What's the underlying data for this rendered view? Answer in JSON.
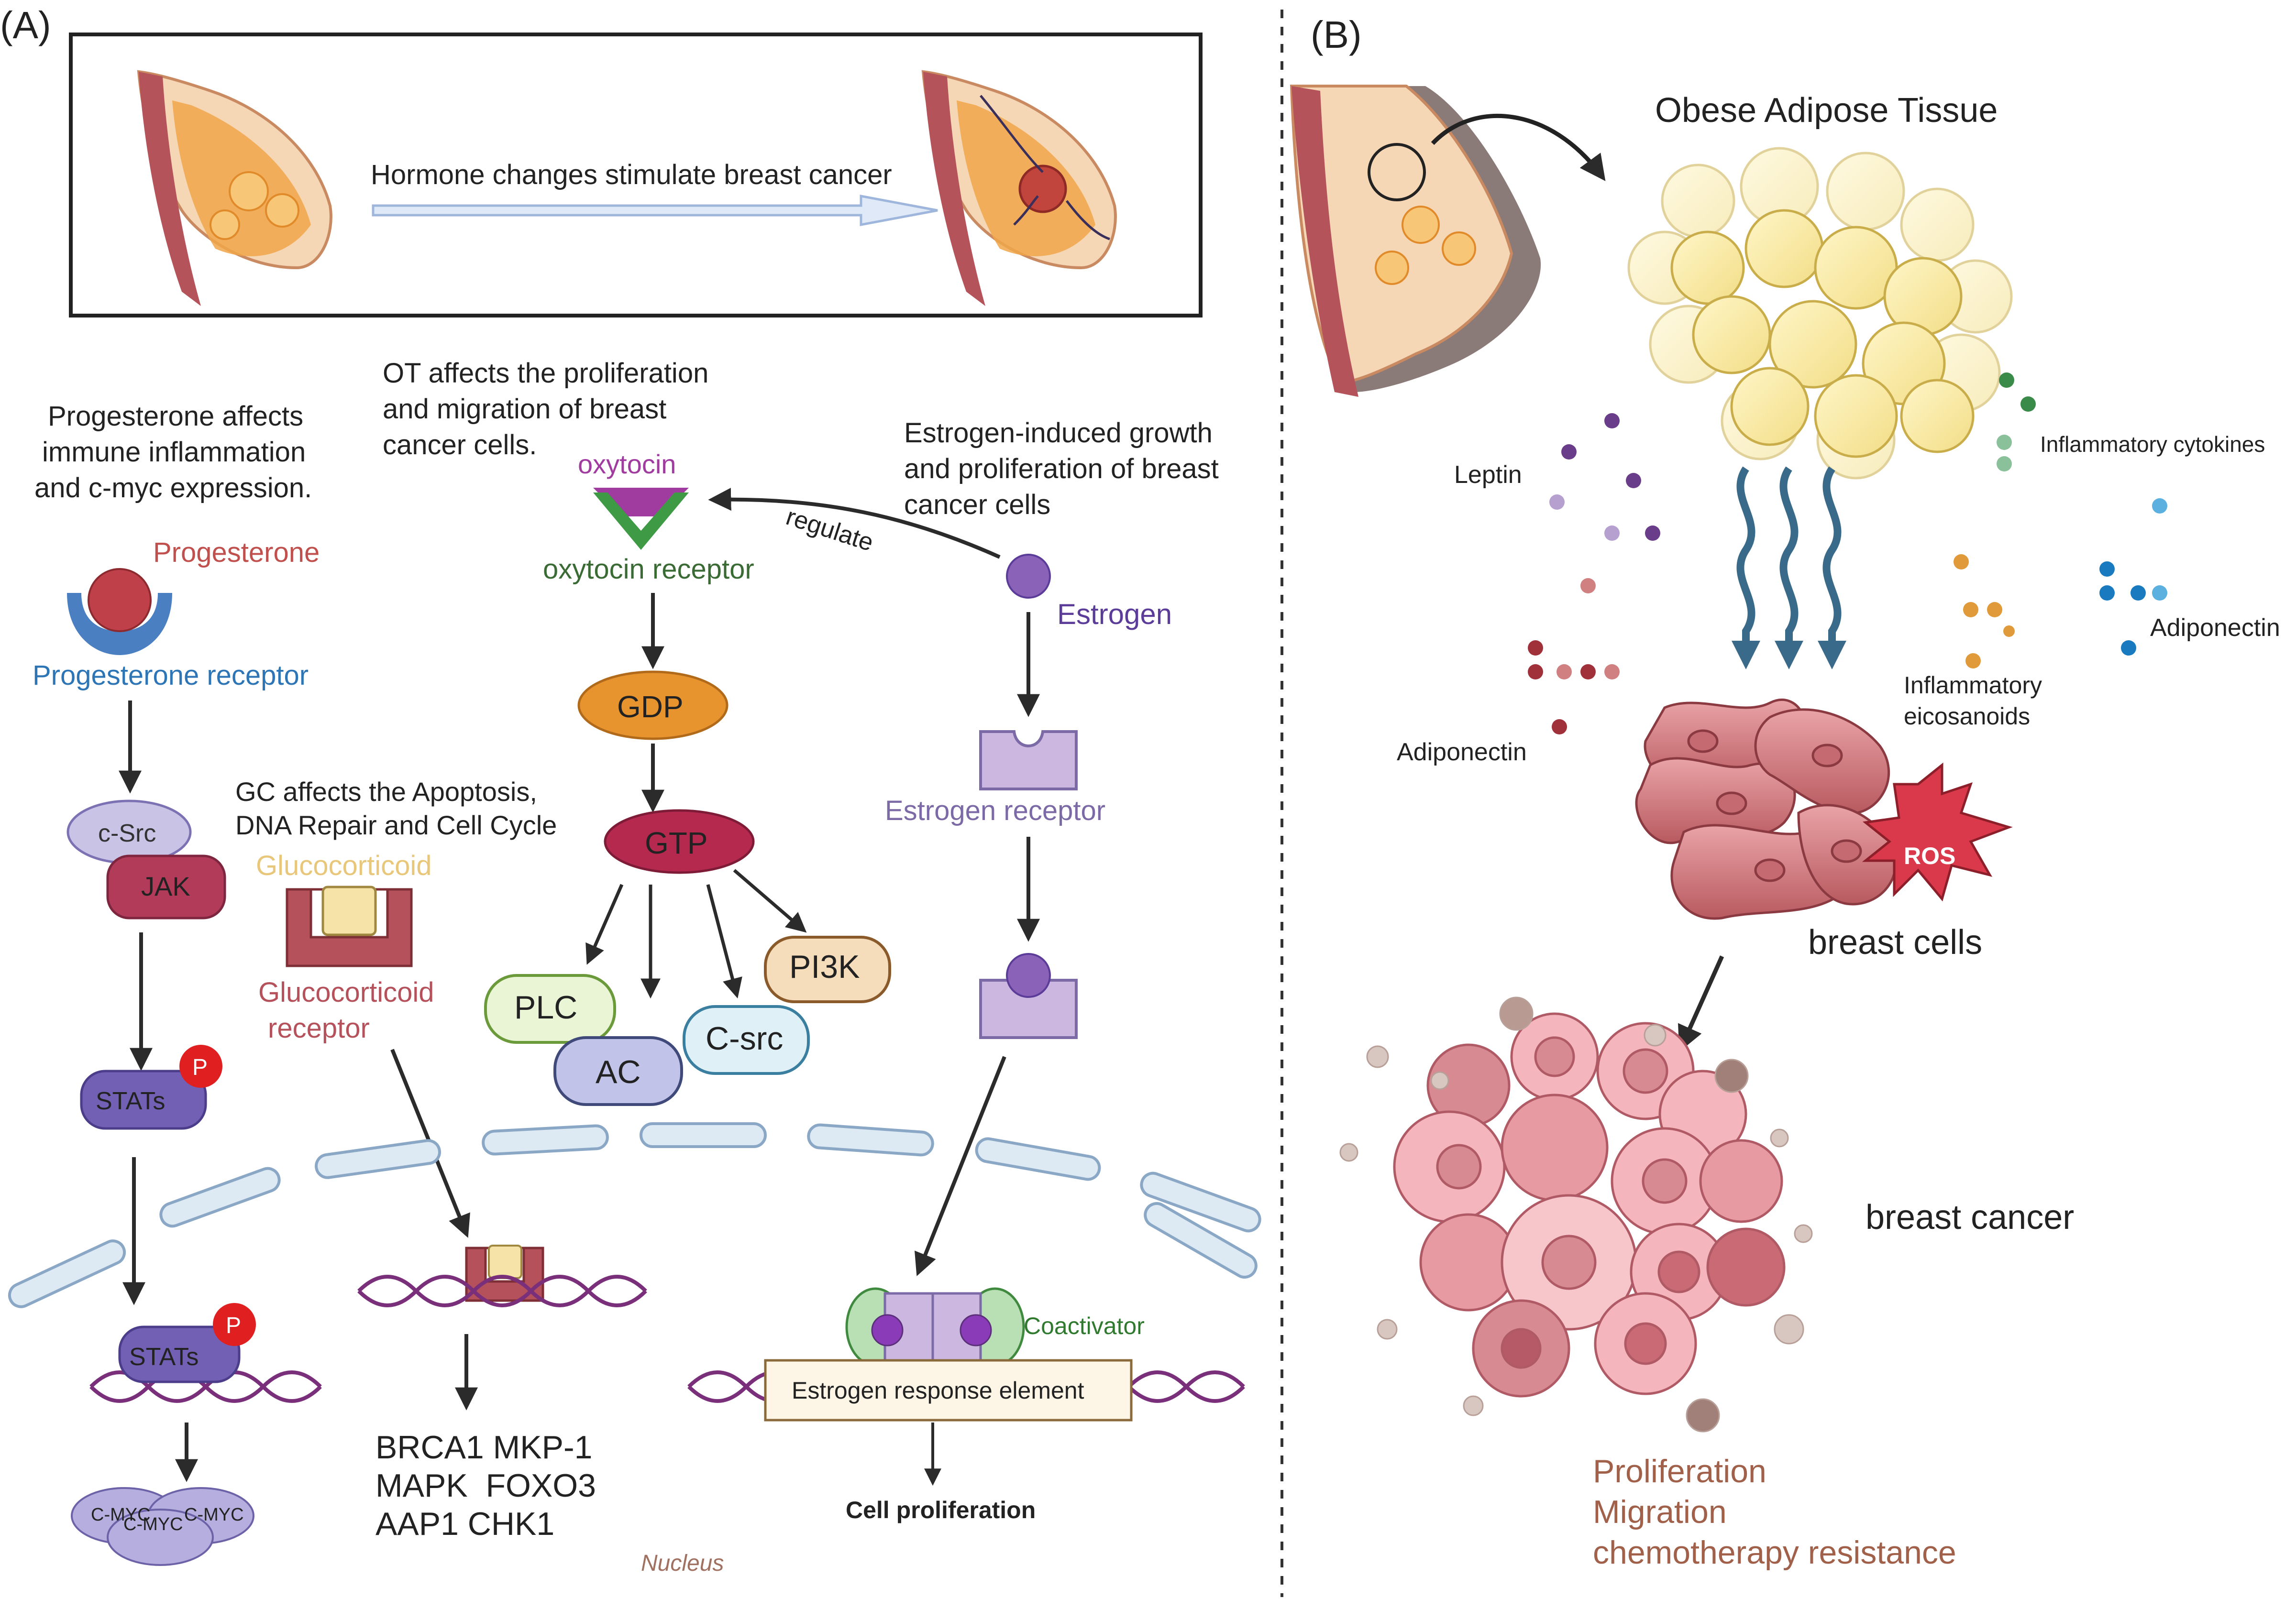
{
  "panel_a": {
    "label": "(A)",
    "header_text": "Hormone changes stimulate breast cancer",
    "progesterone": {
      "caption_lines": [
        "Progesterone affects",
        "immune inflammation",
        "and c-myc expression."
      ],
      "ligand": "Progesterone",
      "receptor": "Progesterone receptor",
      "csrc": "c-Src",
      "jak": "JAK",
      "stats": "STATs",
      "stats_nucleus": "STATs",
      "phospho": "P",
      "cmyc": [
        "C-MYC",
        "C-MYC",
        "C-MYC"
      ]
    },
    "oxytocin": {
      "caption_lines": [
        "OT affects the proliferation",
        "and migration of breast",
        "cancer cells."
      ],
      "ligand": "oxytocin",
      "receptor": "oxytocin receptor",
      "regulate": "regulate",
      "gdp": "GDP",
      "gtp": "GTP",
      "plc": "PLC",
      "ac": "AC",
      "csrc": "C-src",
      "pi3k": "PI3K"
    },
    "glucocorticoid": {
      "caption_lines": [
        "GC affects the Apoptosis,",
        "DNA Repair and Cell Cycle"
      ],
      "ligand": "Glucocorticoid",
      "receptor_lines": [
        "Glucocorticoid",
        "receptor"
      ],
      "genes": [
        "BRCA1 MKP-1",
        "MAPK  FOXO3",
        "AAP1 CHK1"
      ]
    },
    "estrogen": {
      "caption_lines": [
        "Estrogen-induced growth",
        "and proliferation of breast",
        "cancer cells"
      ],
      "ligand": "Estrogen",
      "receptor": "Estrogen receptor",
      "coactivator": "Coactivator",
      "ere": "Estrogen response element",
      "outcome": "Cell proliferation"
    },
    "nucleus": "Nucleus"
  },
  "panel_b": {
    "label": "(B)",
    "title": "Obese Adipose Tissue",
    "leptin": "Leptin",
    "cytokines": "Inflammatory cytokines",
    "adiponectin_right": "Adiponectin",
    "eicosanoids_lines": [
      "Inflammatory",
      "eicosanoids"
    ],
    "adiponectin_left": "Adiponectin",
    "ros": "ROS",
    "breast_cells": "breast cells",
    "breast_cancer": "breast cancer",
    "outcomes": [
      "Proliferation",
      "Migration",
      "chemotherapy resistance"
    ]
  },
  "colors": {
    "progesterone": "#c0504d",
    "progesterone_receptor": "#2e75b6",
    "oxytocin": "#a03ca0",
    "oxytocin_receptor": "#3a6b35",
    "glucocorticoid": "#e8c77b",
    "glucocorticoid_receptor": "#b5515b",
    "estrogen": "#5b3d99",
    "estrogen_receptor": "#7b6aa6",
    "coactivator": "#2f7a2f",
    "nucleus": "#a07060",
    "outcomes": "#a0604a",
    "dna": "#7a2f7a"
  }
}
